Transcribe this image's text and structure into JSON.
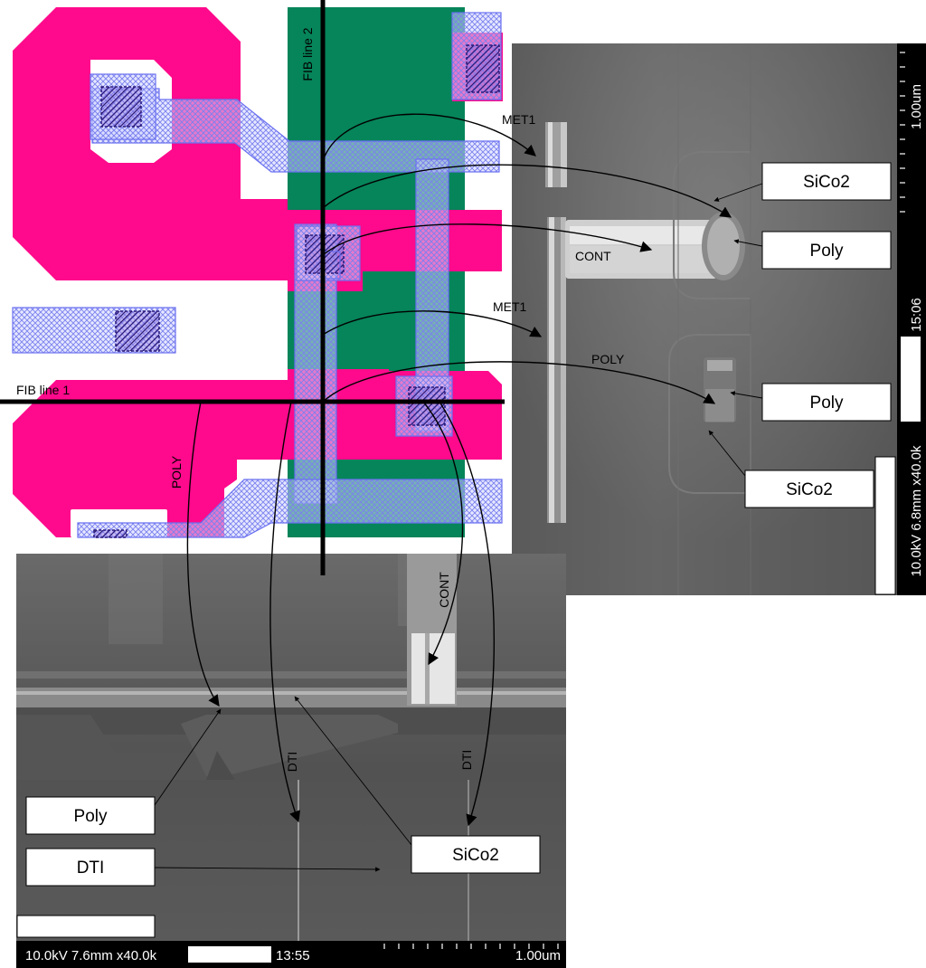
{
  "layout": {
    "fib_line_1": "FIB line 1",
    "fib_line_2": "FIB line 2"
  },
  "arrow_labels": {
    "met1_top": "MET1",
    "cont_right": "CONT",
    "met1_mid": "MET1",
    "poly_right": "POLY",
    "poly_vertical": "POLY",
    "cont_vertical": "CONT",
    "dti_left": "DTI",
    "dti_right": "DTI"
  },
  "callouts": {
    "sico2_top": "SiCo2",
    "poly_top": "Poly",
    "poly_mid": "Poly",
    "sico2_mid": "SiCo2",
    "poly_bottom": "Poly",
    "dti_bottom": "DTI",
    "sico2_bottom": "SiCo2"
  },
  "sem_right_bar": {
    "info": "10.0kV 6.8mm x40.0k",
    "time": "15:06",
    "scale": "1.00um"
  },
  "sem_bottom_bar": {
    "info": "10.0kV 7.6mm x40.0k",
    "time": "13:55",
    "scale": "1.00um"
  },
  "colors": {
    "poly_magenta": "#ff0a8c",
    "active_green": "#06845a",
    "metal_hatch": "#8c8cff",
    "contact_purple": "#3a2a9a",
    "sem_gray": "#5e5e5e",
    "fib_line": "#000000"
  }
}
